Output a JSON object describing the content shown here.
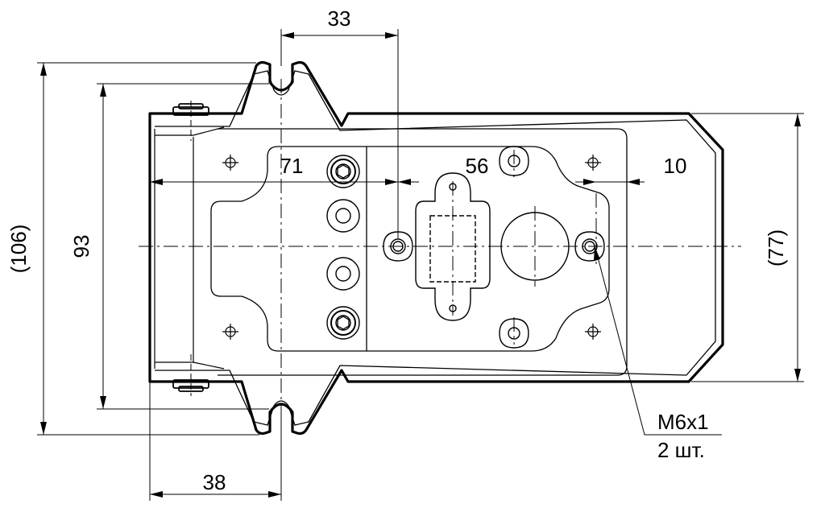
{
  "drawing": {
    "dimensions": {
      "top_33": "33",
      "left_71": "71",
      "mid_56": "56",
      "right_10": "10",
      "left_106": "(106)",
      "left_93": "93",
      "right_77": "(77)",
      "bottom_38": "38"
    },
    "callout": {
      "thread": "M6x1",
      "qty": "2 шт."
    }
  }
}
